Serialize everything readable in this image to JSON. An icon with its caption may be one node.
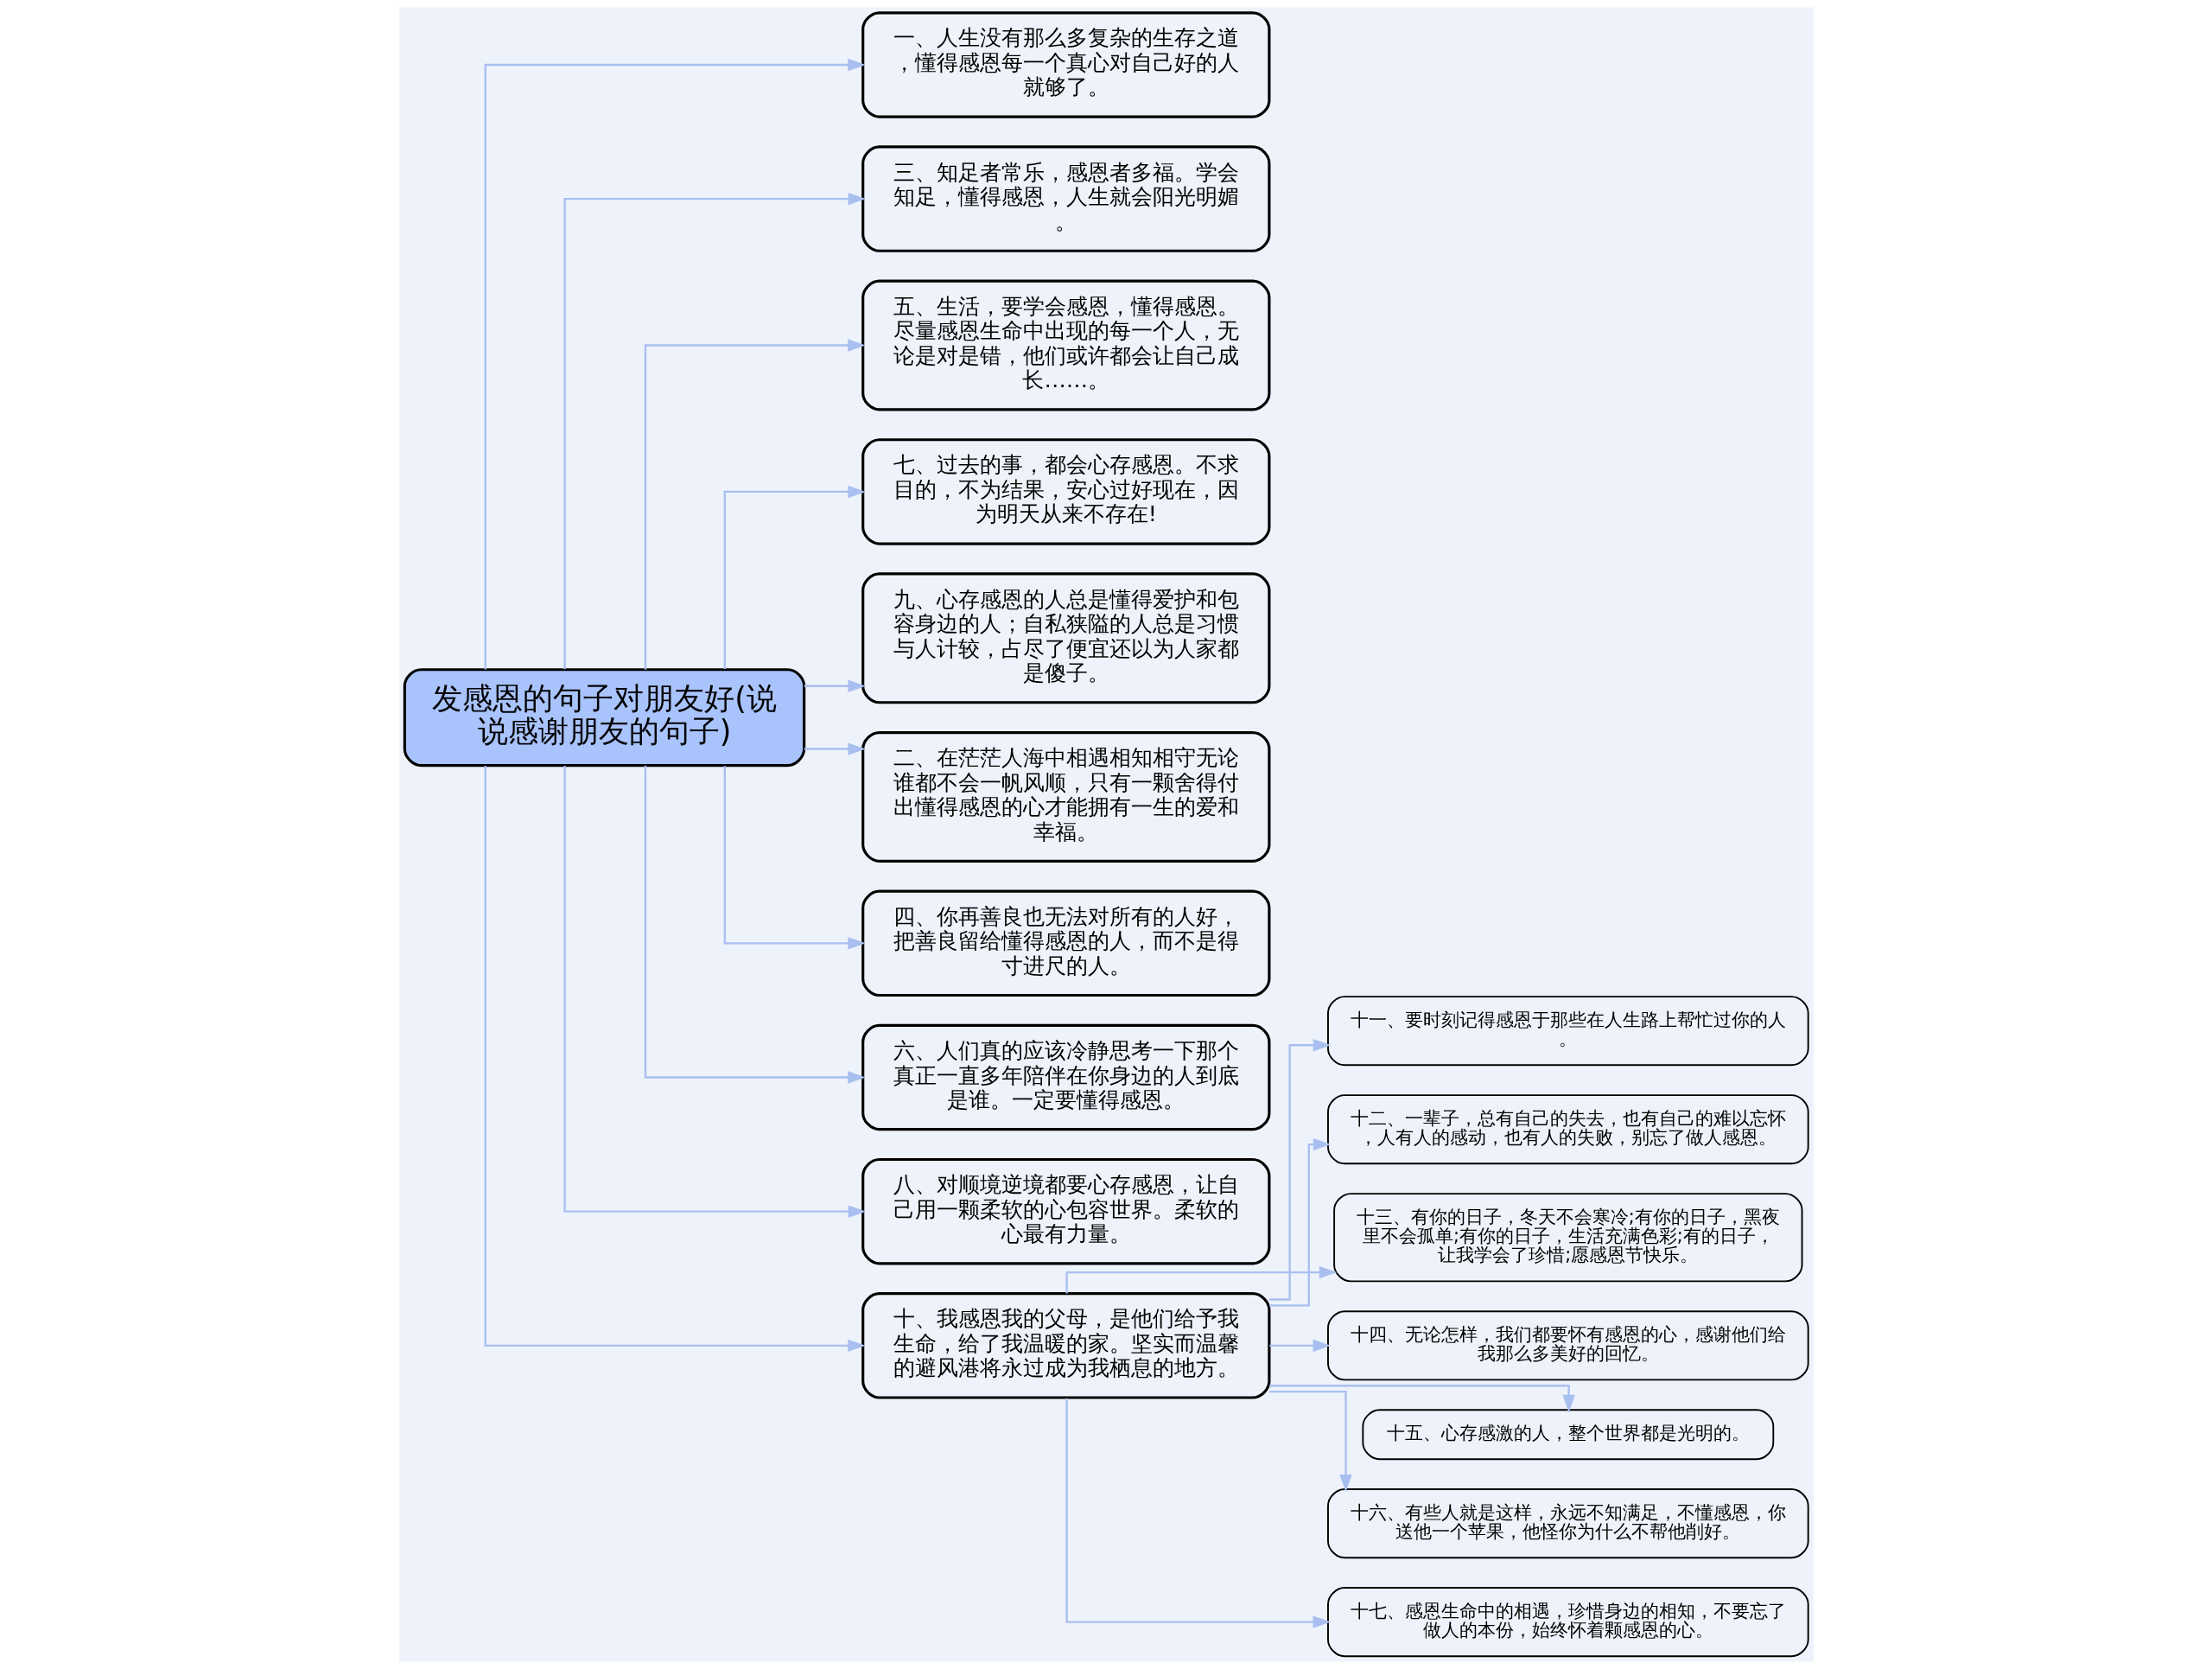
{
  "diagram": {
    "nodes": [
      {
        "text": [
          "发感恩的句子对朋友好(说说感谢朋友的句子)"
        ]
      },
      {
        "text": [
          "一、人生没有那么多复杂的生存之道，懂得感恩每一个真心对自己好的人就够了。"
        ]
      },
      {
        "text": [
          "三、知足者常乐，感恩者多福。学会知足，懂得感恩，人生就会阳光明媚。"
        ]
      },
      {
        "text": [
          "五、生活，要学会感恩，懂得感恩。尽量感恩生命中出现的每一个人，无论是对是错，他们或许都会让自己成长……。"
        ]
      },
      {
        "text": [
          "七、过去的事，都会心存感恩。不求目的，不为结果，安心过好现在，因为明天从来不存在!"
        ]
      },
      {
        "text": [
          "九、心存感恩的人总是懂得爱护和包容身边的人；自私狭隘的人总是习惯与人计较，占尽了便宜还以为人家都是傻子。"
        ]
      },
      {
        "text": [
          "二、在茫茫人海中相遇相知相守无论谁都不会一帆风顺，只有一颗舍得付出懂得感恩的心才能拥有一生的爱和幸福。"
        ]
      },
      {
        "text": [
          "四、你再善良也无法对所有的人好，把善良留给懂得感恩的人，而不是得寸进尺的人。"
        ]
      },
      {
        "text": [
          "六、人们真的应该冷静思考一下那个真正一直多年陪伴在你身边的人到底是谁。一定要懂得感恩。"
        ]
      },
      {
        "text": [
          "八、对顺境逆境都要心存感恩，让自己用一颗柔软的心包容世界。柔软的心最有力量。"
        ]
      },
      {
        "text": [
          "十、我感恩我的父母，是他们给予我生命，给了我温暖的家。坚实而温馨的避风港将永过成为我栖息的地方。"
        ]
      },
      {
        "text": [
          "十一、要时刻记得感恩于那些在人生路上帮忙过你的人。"
        ]
      },
      {
        "text": [
          "十二、一辈子，总有自己的失去，也有自己的难以忘怀，人有人的感动，也有人的失败，别忘了做人感恩。"
        ]
      },
      {
        "text": [
          "十三、有你的日子，冬天不会寒冷;有你的日子，黑夜里不会孤单;有你的日子，生活充满色彩;有的日子，让我学会了珍惜;愿感恩节快乐。"
        ]
      },
      {
        "text": [
          "十四、无论怎样，我们都要怀有感恩的心，感谢他们给我那么多美好的回忆。"
        ]
      },
      {
        "text": [
          "十五、心存感激的人，整个世界都是光明的。"
        ]
      },
      {
        "text": [
          "十六、有些人就是这样，永远不知满足，不懂感恩，你送他一个苹果，他怪你为什么不帮他削好。"
        ]
      },
      {
        "text": [
          "十七、感恩生命中的相遇，珍惜身边的相知，不要忘了做人的本份，始终怀着颗感恩的心。"
        ]
      }
    ],
    "edges": [
      {
        "from": 0,
        "to": 1,
        "arrow": "to"
      },
      {
        "from": 0,
        "to": 2,
        "arrow": "to"
      },
      {
        "from": 0,
        "to": 3,
        "arrow": "to"
      },
      {
        "from": 0,
        "to": 4,
        "arrow": "to"
      },
      {
        "from": 0,
        "to": 5,
        "arrow": "to"
      },
      {
        "from": 0,
        "to": 6,
        "arrow": "to"
      },
      {
        "from": 0,
        "to": 7,
        "arrow": "to"
      },
      {
        "from": 0,
        "to": 8,
        "arrow": "to"
      },
      {
        "from": 0,
        "to": 9,
        "arrow": "to"
      },
      {
        "from": 0,
        "to": 10,
        "arrow": "to"
      },
      {
        "from": 10,
        "to": 11,
        "arrow": "to"
      },
      {
        "from": 10,
        "to": 12,
        "arrow": "to"
      },
      {
        "from": 10,
        "to": 13,
        "arrow": "to"
      },
      {
        "from": 10,
        "to": 14,
        "arrow": "to"
      },
      {
        "from": 10,
        "to": 15,
        "arrow": "to"
      },
      {
        "from": 10,
        "to": 16,
        "arrow": "to"
      },
      {
        "from": 10,
        "to": 17,
        "arrow": "to"
      }
    ]
  }
}
